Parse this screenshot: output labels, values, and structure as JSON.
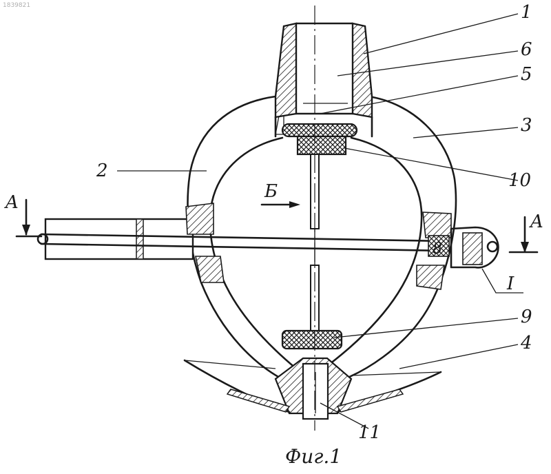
{
  "doc_number": "1839821",
  "part_labels": {
    "p1": "1",
    "p2": "2",
    "p3": "3",
    "p4": "4",
    "p5": "5",
    "p6": "6",
    "p9": "9",
    "p10": "10",
    "p11": "11"
  },
  "section_labels": {
    "left": "A",
    "right": "A"
  },
  "view_label": "Б",
  "detail_label": "I",
  "detail_small": "8",
  "caption": "Фиг.1"
}
